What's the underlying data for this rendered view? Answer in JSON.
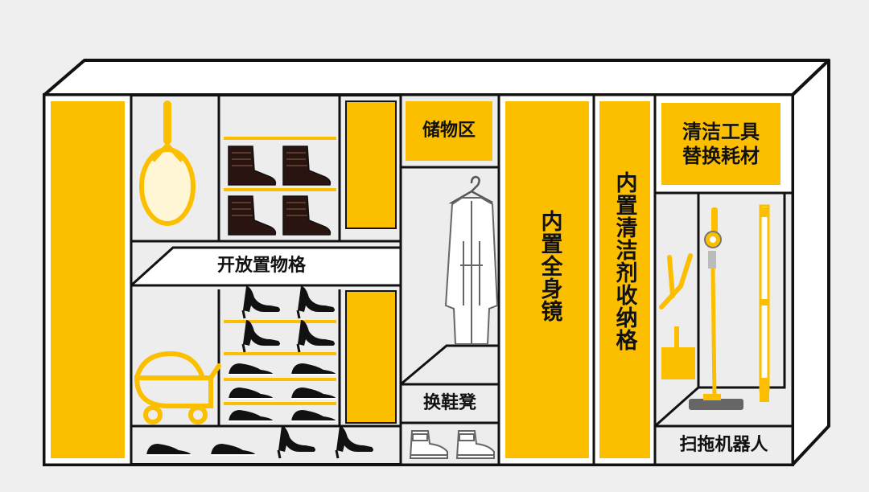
{
  "labels": {
    "storage_area": "储物区",
    "open_shelf": "开放置物格",
    "shoe_bench": "换鞋凳",
    "mirror": "内置全身镜",
    "cleaner_storage": "内置清洁剂收纳格",
    "cleaning_tools": [
      "清洁工具",
      "替换耗材"
    ],
    "robot_vacuum": "扫拖机器人"
  },
  "icons": [
    "tennis-racket-icon",
    "boot-icon",
    "stroller-icon",
    "high-heel-icon",
    "sneaker-icon",
    "hanger-icon",
    "coat-icon",
    "stick-vacuum-icon",
    "mop-icon",
    "dustpan-icon",
    "slingshot-icon",
    "robot-vacuum-icon"
  ],
  "colors": {
    "accent": "#fbbf00",
    "outline": "#111111",
    "panel": "#ededed",
    "background": "#efefef",
    "dark_item": "#2a1410"
  }
}
